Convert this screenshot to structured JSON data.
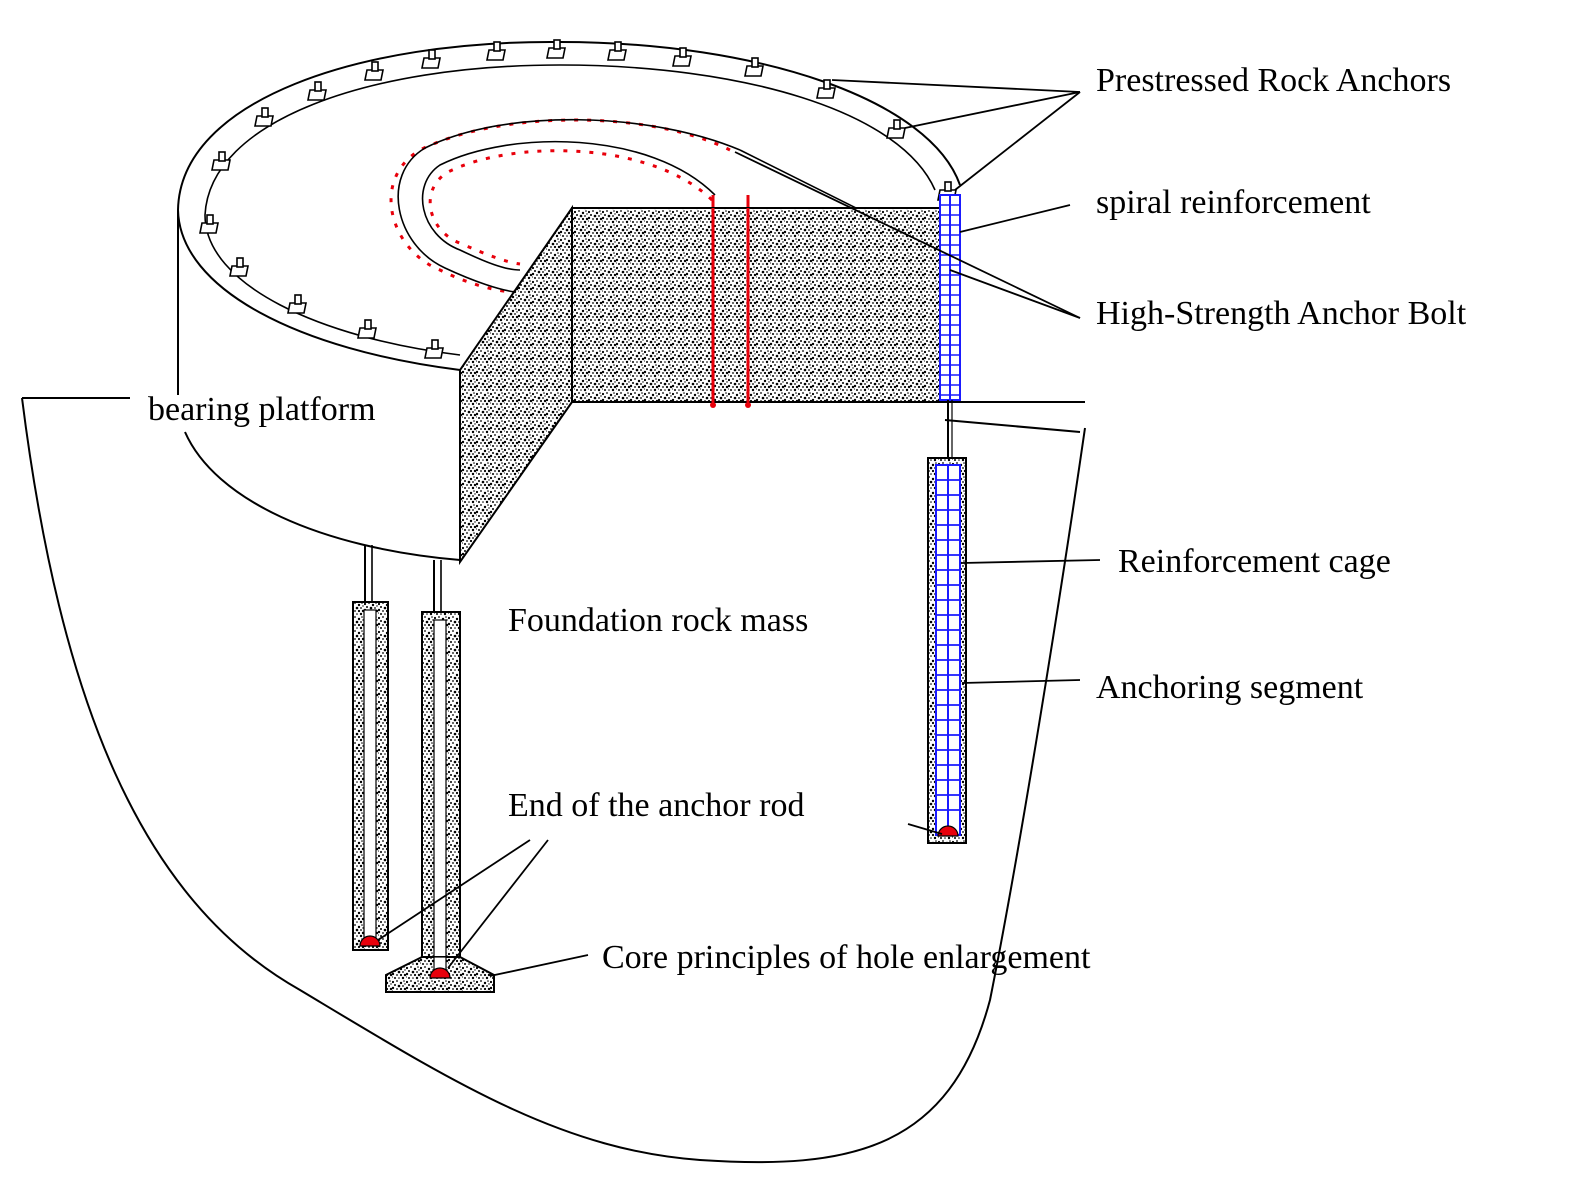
{
  "labels": {
    "prestressed_rock_anchors": "Prestressed Rock Anchors",
    "spiral_reinforcement": "spiral reinforcement",
    "high_strength_anchor_bolt": "High-Strength Anchor Bolt",
    "bearing_platform": "bearing platform",
    "reinforcement_cage": "Reinforcement cage",
    "foundation_rock_mass": "Foundation rock mass",
    "anchoring_segment": "Anchoring segment",
    "end_of_anchor_rod": "End of the anchor rod",
    "core_principles_hole_enlargement": "Core principles of hole enlargement"
  },
  "colors": {
    "line": "#000000",
    "anchor_bolt": "#e8000b",
    "spiral_reinforcement": "#1a1aff",
    "rod_end": "#e8000b",
    "background": "#ffffff"
  }
}
